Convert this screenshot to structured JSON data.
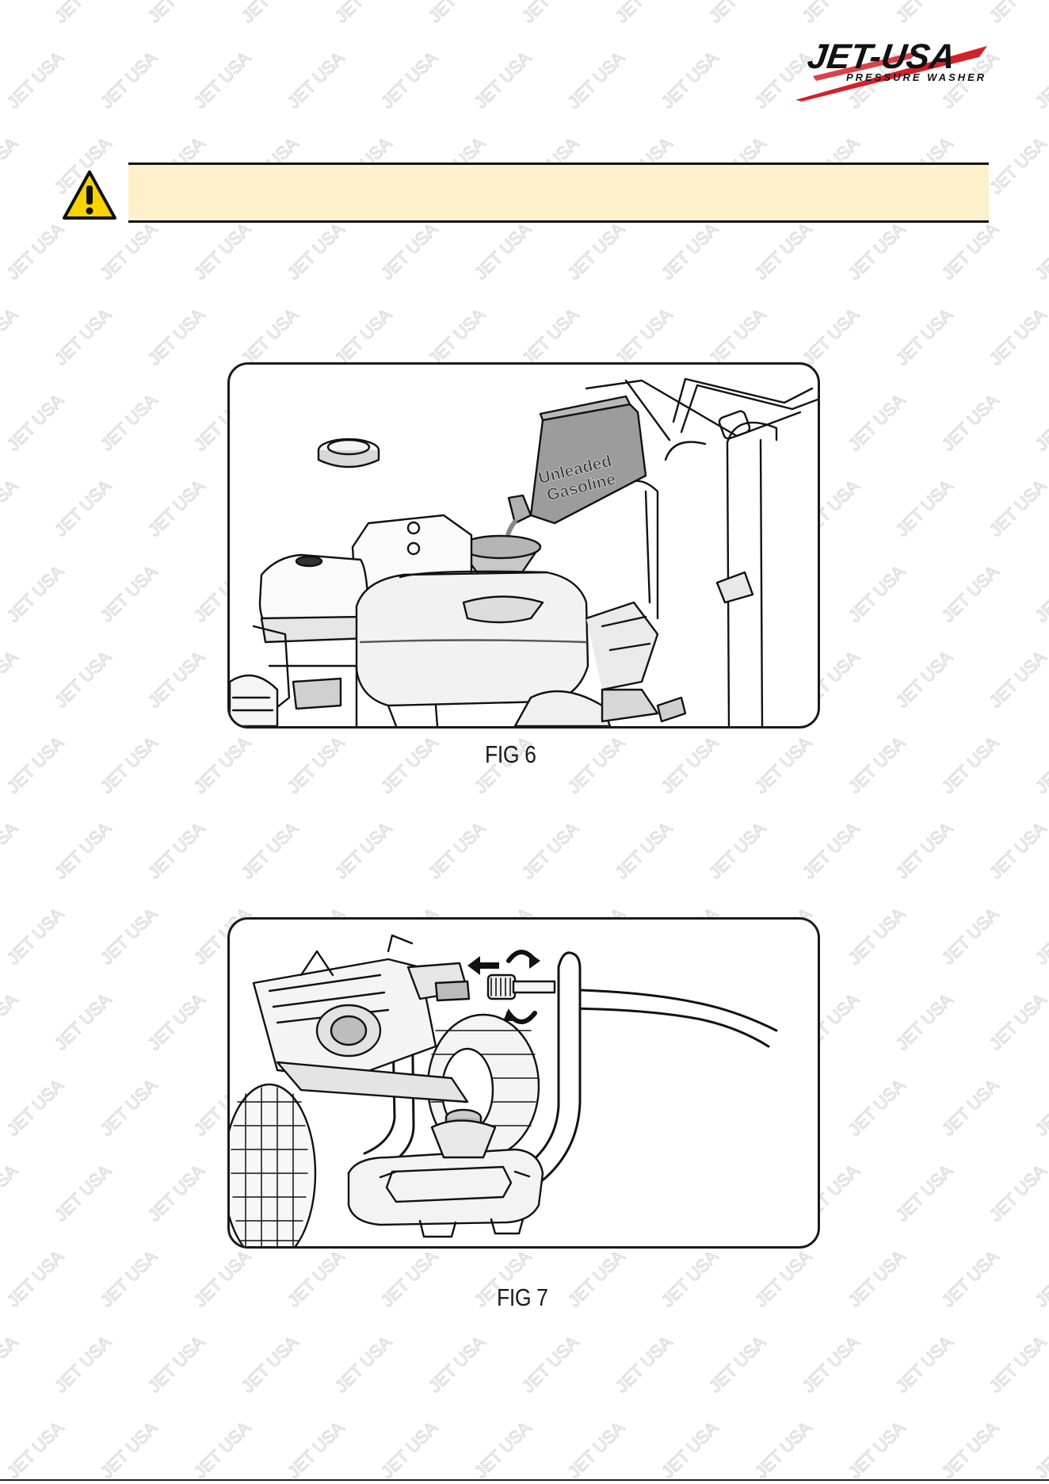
{
  "brand": {
    "logo_text": "JET-USA",
    "logo_subtext": "PRESSURE WASHER",
    "accent_color": "#d4202a",
    "watermark_text": "JET USA"
  },
  "warning": {
    "icon": "warning-triangle-icon",
    "bar_color": "#fdf1cc",
    "text": ""
  },
  "figures": [
    {
      "caption": "FIG 6",
      "can_label_line1": "Unleaded",
      "can_label_line2": "Gasoline"
    },
    {
      "caption": "FIG 7"
    }
  ]
}
